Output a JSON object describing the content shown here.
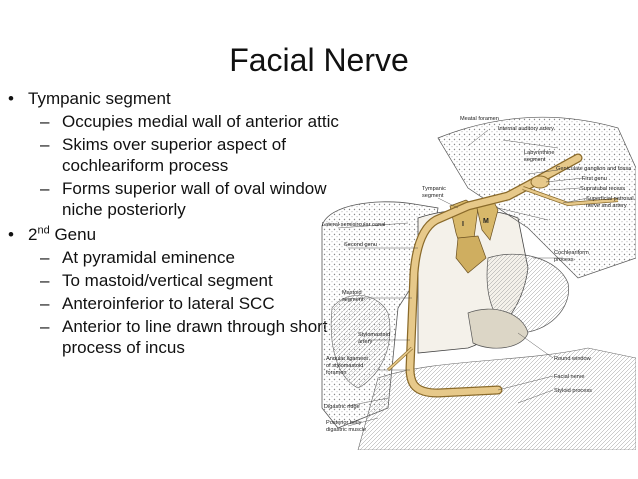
{
  "slide": {
    "title": "Facial Nerve",
    "sections": [
      {
        "text": "Tympanic segment",
        "items": [
          "Occupies medial wall of anterior attic",
          "Skims over superior aspect of cochleariform process",
          "Forms superior wall of oval window niche posteriorly"
        ]
      },
      {
        "text_main": "2",
        "text_sup": "nd",
        "text_rest": " Genu",
        "items": [
          "At pyramidal eminence",
          "To mastoid/vertical segment",
          "Anteroinferior to lateral SCC",
          "Anterior to line drawn through short process of incus"
        ]
      }
    ]
  },
  "figure": {
    "labels": {
      "meatal_foramen": "Meatal foramen",
      "internal_auditory_artery": "Internal auditory artery",
      "labyrinthine_segment_1": "Labyrinthine",
      "labyrinthine_segment_2": "segment",
      "geniculate": "Geniculate ganglion and fossa",
      "first_genu": "First genu",
      "supratubal_recess": "Supratubal recess",
      "superficial_petrosal_1": "Superficial petrosal",
      "superficial_petrosal_2": "nerve and artery",
      "tympanic_segment_1": "Tympanic",
      "tympanic_segment_2": "segment",
      "lateral_scc": "Lateral semicircular canal",
      "second_genu": "Second genu",
      "cochleariform_1": "Cochleariform",
      "cochleariform_2": "process",
      "mastoid_segment_1": "Mastoid",
      "mastoid_segment_2": "segment",
      "stylomastoid_artery_1": "Stylomastoid",
      "stylomastoid_artery_2": "artery",
      "annular_ligament_1": "Annular ligament",
      "annular_ligament_2": "of stylomastoid",
      "annular_ligament_3": "foramen",
      "round_window": "Round window",
      "facial_nerve": "Facial nerve",
      "digastric_ridge": "Digastric ridge",
      "styloid_process": "Styloid process",
      "posterior_belly_1": "Posterior belly",
      "posterior_belly_2": "digastric muscle",
      "incus_I": "I",
      "malleus_M": "M"
    },
    "colors": {
      "nerve": "#e7c98a",
      "nerve_outline": "#8a6a2a",
      "ink": "#333333"
    }
  }
}
